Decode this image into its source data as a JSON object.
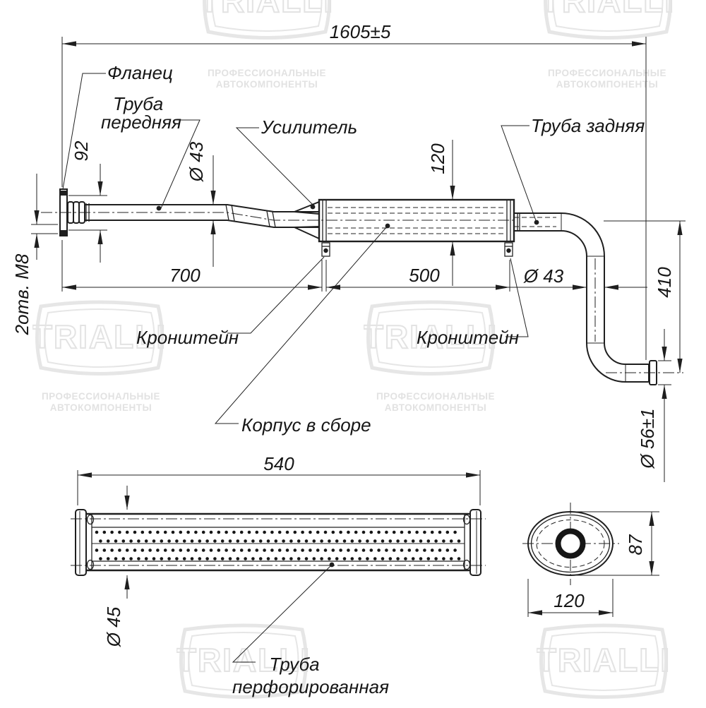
{
  "watermark": {
    "brand": "TRIALLI",
    "tagline1": "ПРОФЕССИОНАЛЬНЫЕ",
    "tagline2": "АВТОКОМПОНЕНТЫ"
  },
  "main_view": {
    "overall_length": "1605±5",
    "labels": {
      "flange": "Фланец",
      "front_pipe_1": "Труба",
      "front_pipe_2": "передняя",
      "reinforcement": "Усилитель",
      "rear_pipe": "Труба задняя",
      "bracket_left": "Кронштейн",
      "bracket_right": "Кронштейн",
      "body_assembly": "Корпус в сборе"
    },
    "dimensions": {
      "flange_bolt_spacing": "92",
      "front_pipe_diameter": "Ø 43",
      "bolt_holes": "2отв. М8",
      "front_pipe_length": "700",
      "body_diameter": "120",
      "body_length": "500",
      "rear_pipe_diameter": "Ø 43",
      "rear_drop": "410",
      "outlet_diameter": "Ø 56±1"
    }
  },
  "perforated_pipe_view": {
    "length": "540",
    "diameter": "Ø 45",
    "label_1": "Труба",
    "label_2": "перфорированная"
  },
  "section_view": {
    "height": "87",
    "width": "120"
  }
}
